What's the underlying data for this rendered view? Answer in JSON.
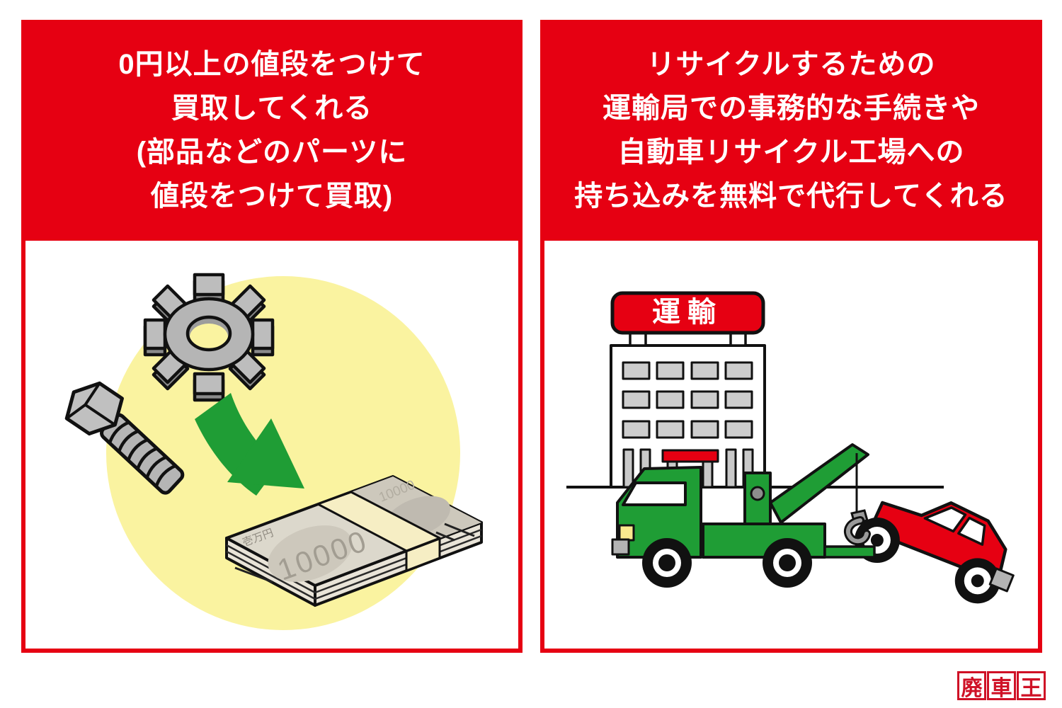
{
  "palette": {
    "red": "#e60012",
    "logo_red": "#cf1126",
    "green": "#1f9d35",
    "circle_yellow": "#faf3a0",
    "bill_beige": "#dcd8cc",
    "bill_dark": "#cdc8bc",
    "band_cream": "#f6eec4",
    "gray": "#b5b5b5",
    "black": "#111111"
  },
  "left_panel": {
    "header_lines": {
      "0": "0円以上の値段をつけて",
      "1": "買取してくれる",
      "2": "(部品などのパーツに",
      "3": "値段をつけて買取)"
    },
    "illustration": {
      "name": "parts-exchanged-for-cash",
      "bill_value_large": "10000",
      "bill_value_small": "10000",
      "bill_label": "壱万円"
    }
  },
  "right_panel": {
    "header_lines": {
      "0": "リサイクルするための",
      "1": "運輸局での事務的な手続きや",
      "2": "自動車リサイクル工場への",
      "3": "持ち込みを無料で代行してくれる"
    },
    "illustration": {
      "name": "tow-truck-at-transport-bureau",
      "building_sign": "運輸"
    }
  },
  "logo": {
    "characters": {
      "0": "廃",
      "1": "車",
      "2": "王"
    }
  }
}
